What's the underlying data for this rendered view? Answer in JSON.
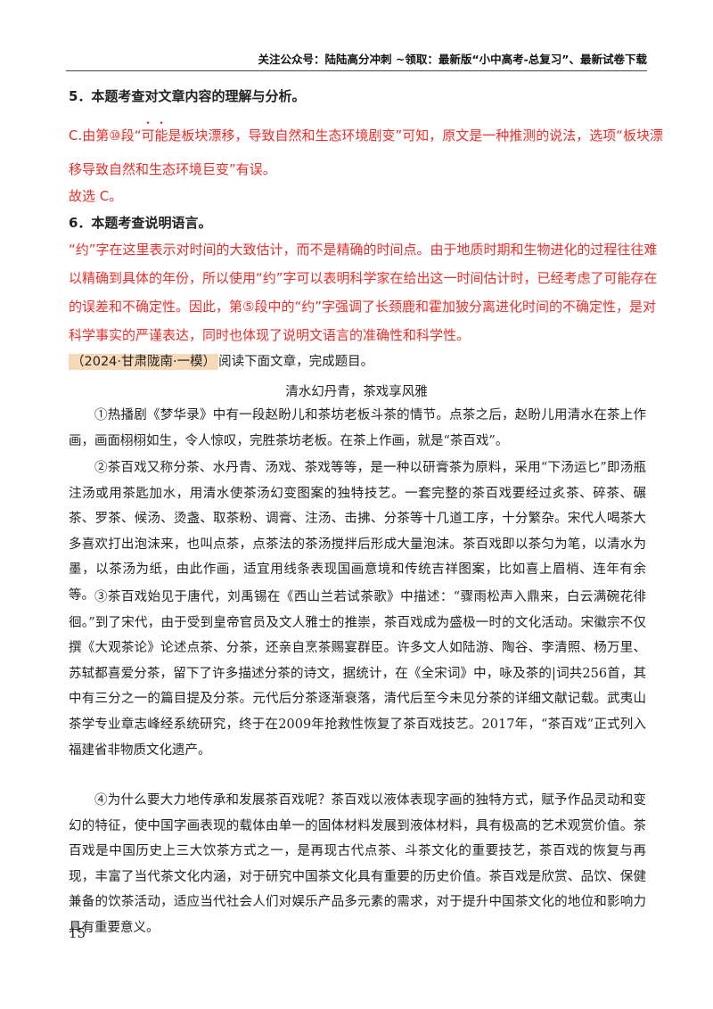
{
  "header": {
    "text": "关注公众号：陆陆高分冲刺 ~领取：最新版“小中高考-总复习”、最新试卷下载"
  },
  "answers": {
    "q5_heading": "5．本题考查对文章内容的理解与分析。",
    "q5_l1_a": "C.由第⑩段“",
    "q5_l1_em1": "可",
    "q5_l1_em2": "能",
    "q5_l1_b": "是板块漂移，导致自然和生态环境剧变”可知，原文是一种推测的说法，选项“板块漂",
    "q5_l2": "移导致自然和生态环境巨变”有误。",
    "q5_choice": "故选 C。",
    "q6_heading": "6．本题考查说明语言。",
    "q6_l1": "“约”字在这里表示对时间的大致估计，而不是精确的时间点。由于地质时期和生物进化的过程往往难",
    "q6_l2": "以精确到具体的年份，所以使用“约”字可以表明科学家在给出这一时间估计时，已经考虑了可能存在",
    "q6_l3": "的误差和不确定性。因此，第⑤段中的“约”字强调了长颈鹿和霍加狓分离进化时间的不确定性，是对",
    "q6_l4": "科学事实的严谨表达，同时也体现了说明文语言的准确性和科学性。"
  },
  "question": {
    "source": "（2024·甘肃陇南·一模）",
    "instruction": "阅读下面文章，完成题目。"
  },
  "article": {
    "title": "清水幻丹青，茶戏享风雅",
    "p1": "①热播剧《梦华录》中有一段赵盼儿和茶坊老板斗茶的情节。点茶之后，赵盼儿用清水在茶上作画，画面栩栩如生，令人惊叹，完胜茶坊老板。在茶上作画，就是“茶百戏”。",
    "p2": "②茶百戏又称分茶、水丹青、汤戏、茶戏等等，是一种以研膏茶为原料，采用“下汤运匕”即汤瓶注汤或用茶匙加水，用清水使茶汤幻变图案的独特技艺。一套完整的茶百戏要经过炙茶、碎茶、碾茶、罗茶、候汤、烫盏、取茶粉、调膏、注汤、击拂、分茶等十几道工序，十分繁杂。宋代人喝茶大多喜欢打出泡沫来，也叫点茶，点茶法的茶汤搅拌后形成大量泡沫。茶百戏即以茶匀为笔，以清水为墨，以茶汤为纸，由此作画，适宜用线条表现国画意境和传统吉祥图案，比如喜上眉梢、连年有余等。",
    "p3": "③茶百戏始见于唐代，刘禹锡在《西山兰若试茶歌》中描述：“骤雨松声入鼎来，白云满碗花徘徊。”到了宋代，由于受到皇帝官员及文人雅士的推崇，茶百戏成为盛极一时的文化活动。宋徽宗不仅撰《大观茶论》论述点茶、分茶，还亲自烹茶赐宴群臣。许多文人如陆游、陶谷、李清照、杨万里、苏轼都喜爱分茶，留下了许多描述分茶的诗文，据统计，在《全宋词》中，咏及茶的|词共256首，其中有三分之一的篇目提及分茶。元代后分茶逐渐衰落，清代后至今未见分茶的详细文献记载。武夷山茶学专业章志峰经系统研究，终于在2009年抢救性恢复了茶百戏技艺。2017年，“茶百戏”正式列入福建省非物质文化遗产。",
    "p4": "④为什么要大力地传承和发展茶百戏呢？茶百戏以液体表现字画的独特方式，赋予作品灵动和变幻的特征，使中国字画表现的载体由单一的固体材料发展到液体材料，具有极高的艺术观赏价值。茶百戏是中国历史上三大饮茶方式之一，是再现古代点茶、斗茶文化的重要技艺，茶百戏的恢复与再现，丰富了当代茶文化内涵，对于研究中国茶文化具有重要的历史价值。茶百戏是欣赏、品饮、保健兼备的饮茶活动，适应当代社会人们对娱乐产品多元素的需求，对于提升中国茶文化的地位和影响力具有重要意义。"
  },
  "footer": {
    "page_number": "15"
  },
  "colors": {
    "answer_red": "#e6302b",
    "source_tag_bg": "#f6d9b8"
  }
}
